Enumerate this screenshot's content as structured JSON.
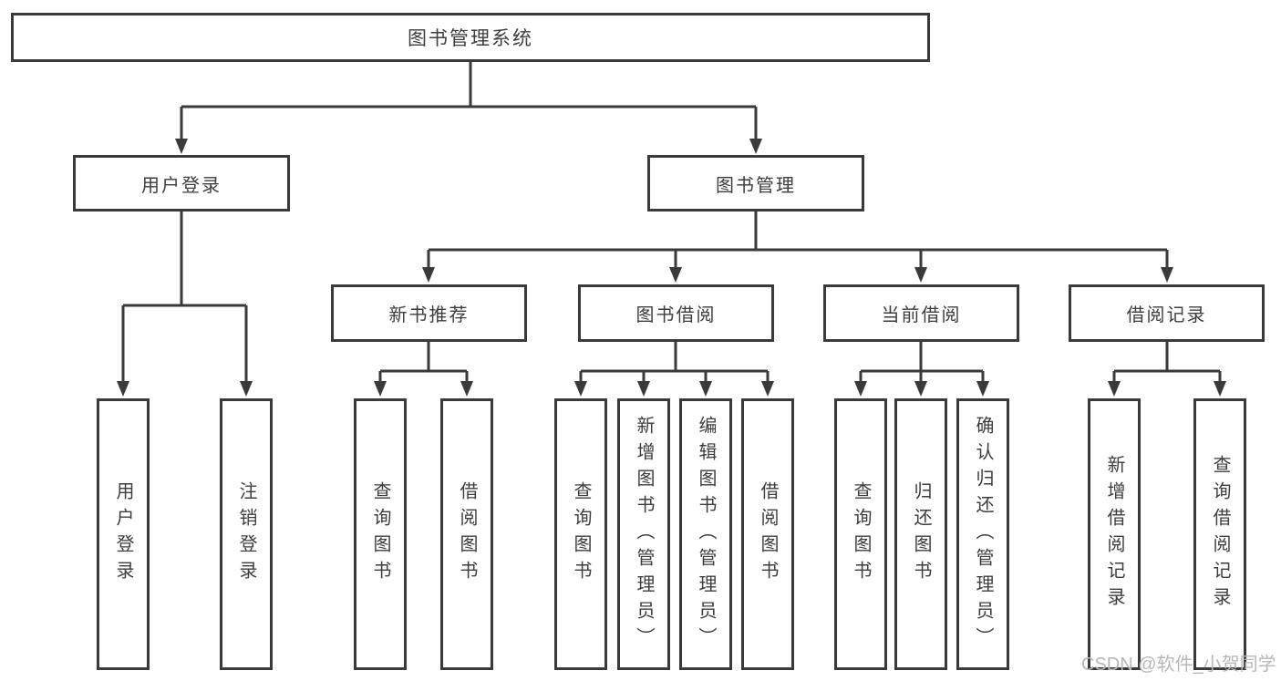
{
  "diagram": {
    "root": {
      "label": "图书管理系统",
      "children": [
        {
          "label": "用户登录",
          "children": [
            {
              "label": "用户登录"
            },
            {
              "label": "注销登录"
            }
          ]
        },
        {
          "label": "图书管理",
          "children": [
            {
              "label": "新书推荐",
              "children": [
                {
                  "label": "查询图书"
                },
                {
                  "label": "借阅图书"
                }
              ]
            },
            {
              "label": "图书借阅",
              "children": [
                {
                  "label": "查询图书"
                },
                {
                  "label": "新增图书（管理员）"
                },
                {
                  "label": "编辑图书（管理员）"
                },
                {
                  "label": "借阅图书"
                }
              ]
            },
            {
              "label": "当前借阅",
              "children": [
                {
                  "label": "查询图书"
                },
                {
                  "label": "归还图书"
                },
                {
                  "label": "确认归还（管理员）"
                }
              ]
            },
            {
              "label": "借阅记录",
              "children": [
                {
                  "label": "新增借阅记录"
                },
                {
                  "label": "查询借阅记录"
                }
              ]
            }
          ]
        }
      ]
    },
    "watermark": "CSDN @软件_小贺同学"
  },
  "colors": {
    "line": "#3a3a3a",
    "text": "#3d3d3d",
    "watermark": "#b7b7b7",
    "background": "#ffffff"
  }
}
